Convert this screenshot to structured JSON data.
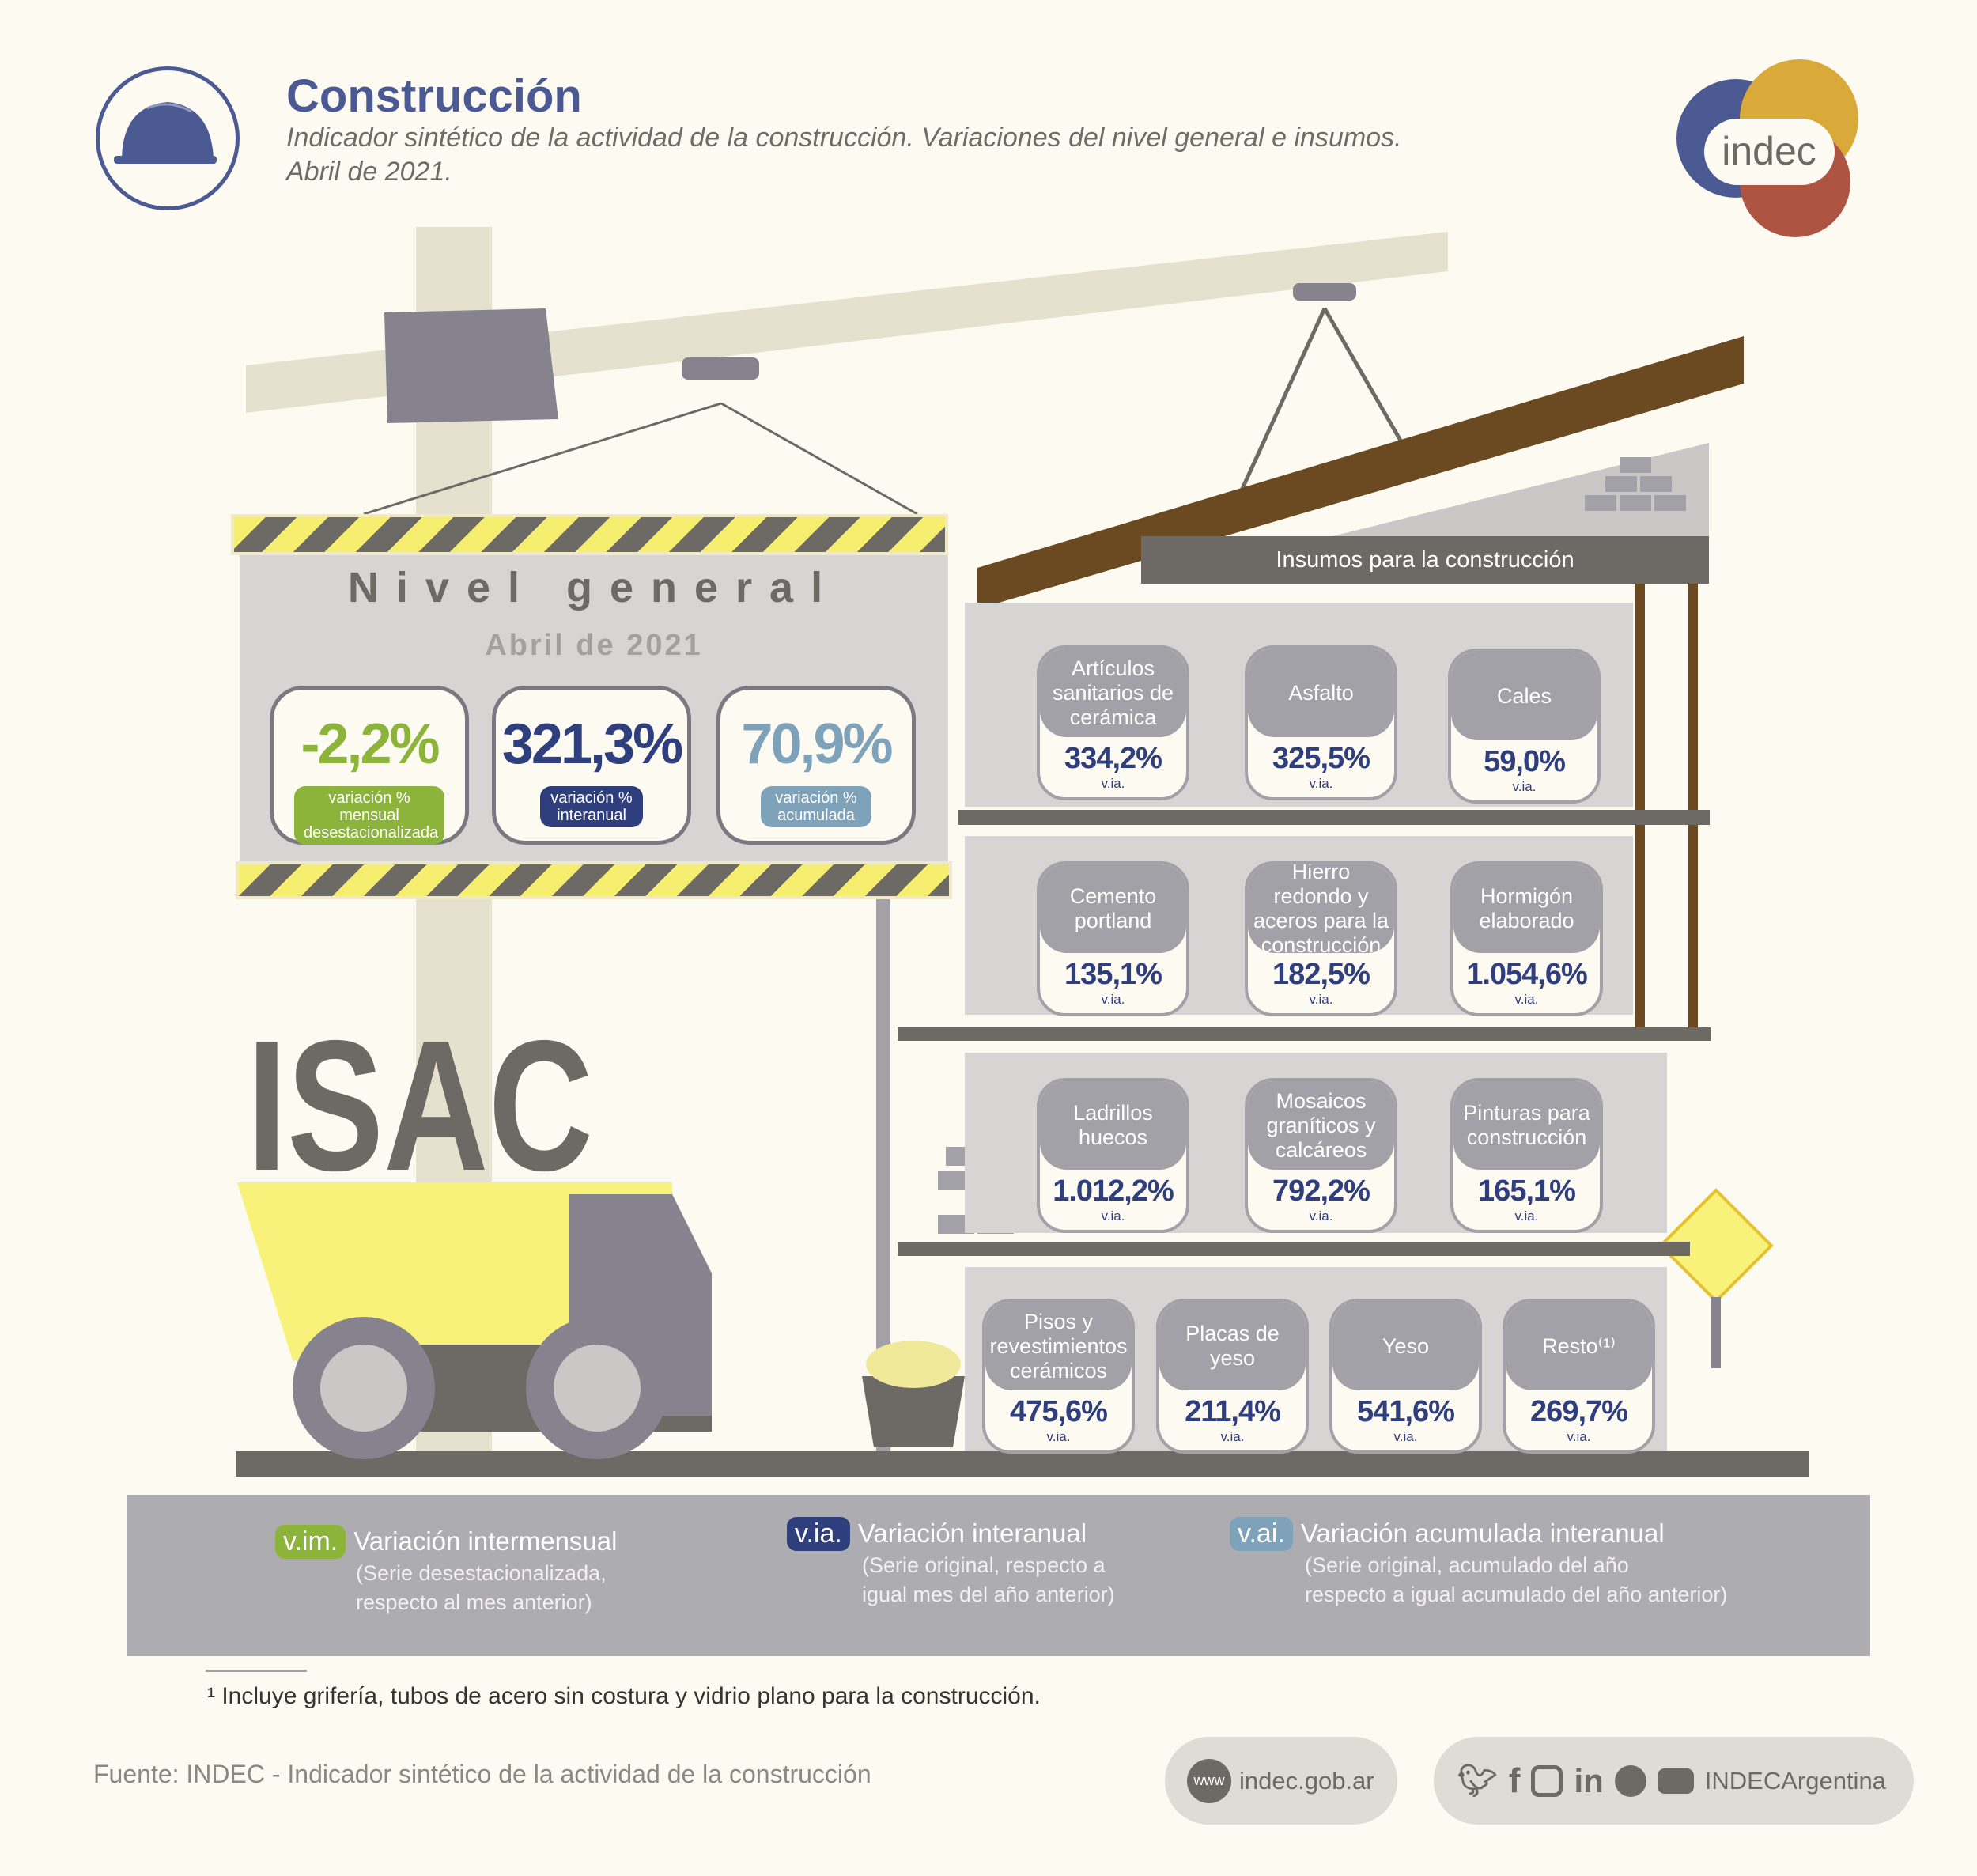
{
  "header": {
    "title": "Construcción",
    "subtitle_line1": "Indicador sintético de la actividad de la construcción. Variaciones del nivel general e insumos.",
    "subtitle_line2": "Abril de 2021.",
    "logo": "indec"
  },
  "nivel_general": {
    "title": "Nivel general",
    "period": "Abril de 2021",
    "indicators": [
      {
        "value": "-2,2%",
        "label": "variación % mensual desestacionalizada",
        "color": "#8db43a"
      },
      {
        "value": "321,3%",
        "label": "variación % interanual",
        "color": "#2f3f7e"
      },
      {
        "value": "70,9%",
        "label": "variación % acumulada",
        "color": "#7ea2ba"
      }
    ]
  },
  "isac_label": "ISAC",
  "insumos": {
    "title": "Insumos para la construcción",
    "items": [
      {
        "name": "Artículos sanitarios de cerámica",
        "value": "334,2%",
        "unit": "v.ia."
      },
      {
        "name": "Asfalto",
        "value": "325,5%",
        "unit": "v.ia."
      },
      {
        "name": "Cales",
        "value": "59,0%",
        "unit": "v.ia."
      },
      {
        "name": "Cemento portland",
        "value": "135,1%",
        "unit": "v.ia."
      },
      {
        "name": "Hierro redondo y aceros para la construcción",
        "value": "182,5%",
        "unit": "v.ia."
      },
      {
        "name": "Hormigón elaborado",
        "value": "1.054,6%",
        "unit": "v.ia."
      },
      {
        "name": "Ladrillos huecos",
        "value": "1.012,2%",
        "unit": "v.ia."
      },
      {
        "name": "Mosaicos graníticos y calcáreos",
        "value": "792,2%",
        "unit": "v.ia."
      },
      {
        "name": "Pinturas para construcción",
        "value": "165,1%",
        "unit": "v.ia."
      },
      {
        "name": "Pisos y revestimientos cerámicos",
        "value": "475,6%",
        "unit": "v.ia."
      },
      {
        "name": "Placas de yeso",
        "value": "211,4%",
        "unit": "v.ia."
      },
      {
        "name": "Yeso",
        "value": "541,6%",
        "unit": "v.ia."
      },
      {
        "name": "Resto⁽¹⁾",
        "value": "269,7%",
        "unit": "v.ia."
      }
    ]
  },
  "legend": [
    {
      "badge": "v.im.",
      "title": "Variación intermensual",
      "desc1": "(Serie desestacionalizada,",
      "desc2": "respecto al mes anterior)",
      "color": "#8db43a"
    },
    {
      "badge": "v.ia.",
      "title": "Variación interanual",
      "desc1": "(Serie original, respecto a",
      "desc2": "igual mes del año anterior)",
      "color": "#2f3f7e"
    },
    {
      "badge": "v.ai.",
      "title": "Variación acumulada interanual",
      "desc1": "(Serie original, acumulado del año",
      "desc2": "respecto a igual acumulado del año anterior)",
      "color": "#7ea2ba"
    }
  ],
  "footnote": "¹ Incluye grifería, tubos de acero sin costura y vidrio plano para la construcción.",
  "source": "Fuente: INDEC - Indicador sintético de la actividad de la construcción",
  "footer": {
    "www_icon": "www",
    "website": "indec.gob.ar",
    "social_handle": "INDECArgentina",
    "social_icons": [
      "twitter",
      "facebook",
      "instagram",
      "linkedin",
      "spotify",
      "youtube"
    ]
  }
}
